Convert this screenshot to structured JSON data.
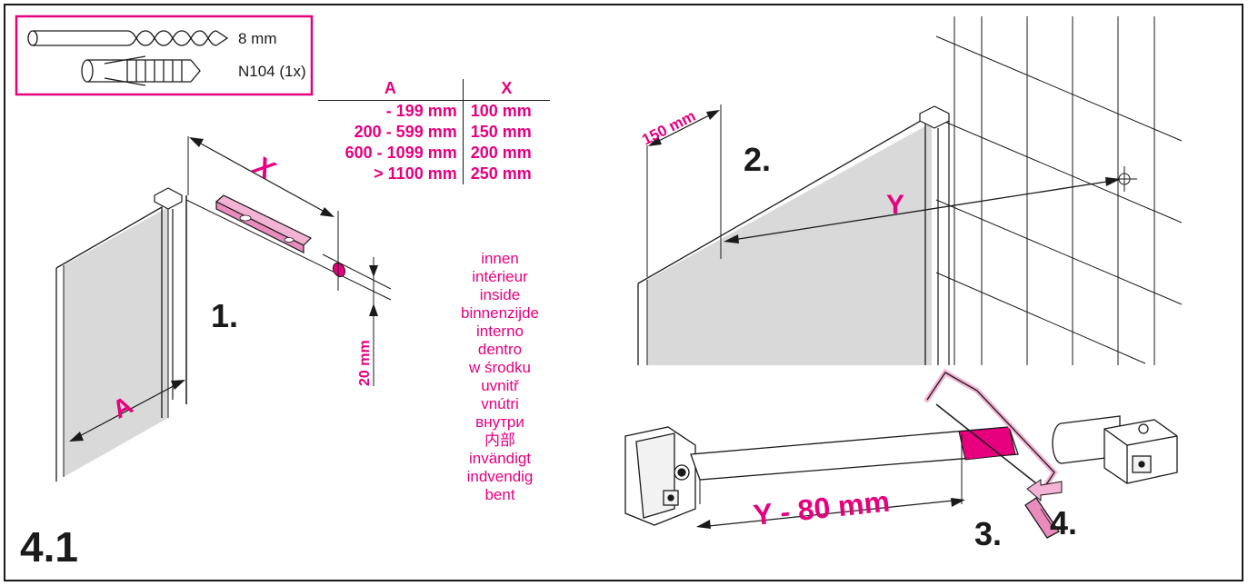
{
  "figure_number": "4.1",
  "hardware_box": {
    "drill_label": "8 mm",
    "dowel_label": "N104 (1x)"
  },
  "spacing_table": {
    "headers": [
      "A",
      "X"
    ],
    "rows": [
      [
        "- 199 mm",
        "100 mm"
      ],
      [
        "200 - 599 mm",
        "150 mm"
      ],
      [
        "600 - 1099 mm",
        "200 mm"
      ],
      [
        "> 1100 mm",
        "250 mm"
      ]
    ]
  },
  "steps": {
    "step1": "1.",
    "step2": "2.",
    "step3": "3.",
    "step4": "4."
  },
  "dimensions": {
    "x_label": "X",
    "a_label": "A",
    "offset_20": "20 mm",
    "offset_150": "150 mm",
    "y_label": "Y",
    "cut_label": "Y - 80 mm"
  },
  "inside_translations": [
    "innen",
    "intérieur",
    "inside",
    "binnenzijde",
    "interno",
    "dentro",
    "w środku",
    "uvnitř",
    "vnútri",
    "внутри",
    "内部",
    "invändigt",
    "indvendig",
    "bent"
  ],
  "colors": {
    "accent": "#e6007e",
    "line": "#1a1a1a",
    "panel": "#d9d9d9"
  }
}
